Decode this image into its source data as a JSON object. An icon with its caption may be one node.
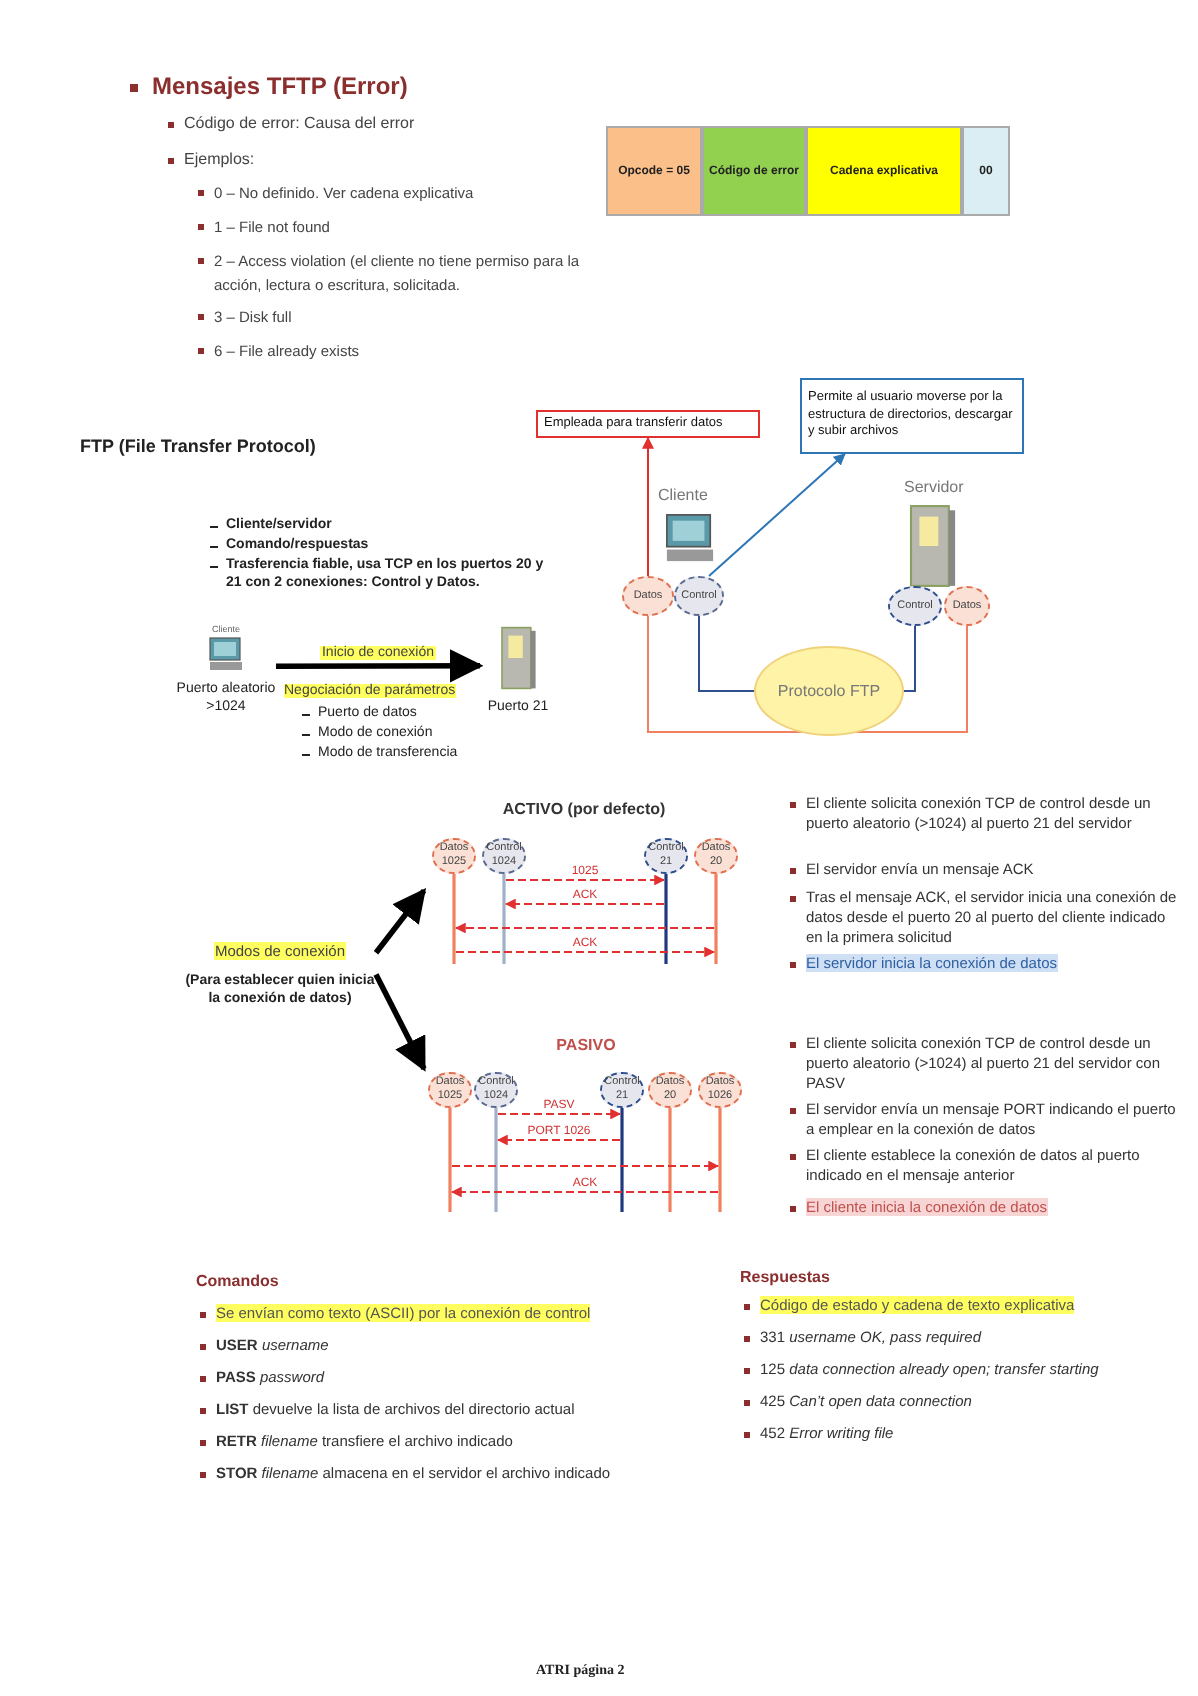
{
  "diagram": {
    "nodes": [
      {
        "text": [
          "Opcode = 05"
        ]
      },
      {
        "text": [
          "Código de error"
        ]
      },
      {
        "text": [
          "Cadena explicativa"
        ]
      },
      {
        "text": [
          "00"
        ]
      },
      {
        "text": [
          "Empleada para transferir datos"
        ]
      },
      {
        "text": [
          "Permite al usuario moverse por la estructura de directorios, descargar y subir archivos"
        ]
      },
      {
        "text": [
          "Datos"
        ]
      },
      {
        "text": [
          "Control"
        ]
      },
      {
        "text": [
          "Control"
        ]
      },
      {
        "text": [
          "Datos"
        ]
      },
      {
        "text": [
          "Protocolo FTP"
        ]
      },
      {
        "text": [
          "Cliente",
          "Puerto aleatorio >1024"
        ]
      },
      {
        "text": [
          "Puerto 21"
        ]
      },
      {
        "text": [
          "Modos de conexión"
        ],
        "beside": [
          "(Para establecer quien inicia la conexión de datos)"
        ]
      },
      {
        "text": [
          "ACTIVO (por defecto)"
        ]
      },
      {
        "text": [
          "Datos 1025"
        ],
        "in": 14
      },
      {
        "text": [
          "Control 1024"
        ],
        "in": 14
      },
      {
        "text": [
          "Control 21"
        ],
        "in": 14
      },
      {
        "text": [
          "Datos 20"
        ],
        "in": 14
      },
      {
        "text": [
          "PASIVO"
        ]
      },
      {
        "text": [
          "Datos 1025"
        ],
        "in": 19
      },
      {
        "text": [
          "Control 1024"
        ],
        "in": 19
      },
      {
        "text": [
          "Control 21"
        ],
        "in": 19
      },
      {
        "text": [
          "Datos 20"
        ],
        "in": 19
      },
      {
        "text": [
          "Datos 1026"
        ],
        "in": 19
      }
    ],
    "edges": [
      {
        "from": 6,
        "to": 4,
        "arrow": "to"
      },
      {
        "from": 7,
        "to": 5,
        "arrow": "to",
        "color": "#2e75b6"
      },
      {
        "from": 7,
        "to": 10,
        "arrow": "none",
        "color": "#2f4f8f"
      },
      {
        "from": 10,
        "to": 8,
        "arrow": "none",
        "color": "#2f4f8f"
      },
      {
        "from": 6,
        "to": 9,
        "arrow": "none",
        "color": "#f08060"
      },
      {
        "from": 11,
        "to": 12,
        "arrow": "to",
        "label": "Inicio de conexión",
        "style": "thick",
        "color": "#000000"
      },
      {
        "from": 13,
        "to": 14,
        "arrow": "to",
        "style": "thick",
        "color": "#000000"
      },
      {
        "from": 13,
        "to": 19,
        "arrow": "to",
        "style": "thick",
        "color": "#000000"
      },
      {
        "from": 16,
        "to": 17,
        "arrow": "to",
        "label": "1025",
        "style": "dashed"
      },
      {
        "from": 17,
        "to": 16,
        "arrow": "to",
        "label": "ACK",
        "style": "dashed"
      },
      {
        "from": 18,
        "to": 15,
        "arrow": "to",
        "style": "dashed"
      },
      {
        "from": 15,
        "to": 18,
        "arrow": "to",
        "label": "ACK",
        "style": "dashed"
      },
      {
        "from": 21,
        "to": 22,
        "arrow": "to",
        "label": "PASV",
        "style": "dashed"
      },
      {
        "from": 22,
        "to": 21,
        "arrow": "to",
        "label": "PORT 1026",
        "style": "dashed"
      },
      {
        "from": 20,
        "to": 24,
        "arrow": "to",
        "style": "dashed"
      },
      {
        "from": 24,
        "to": 20,
        "arrow": "to",
        "label": "ACK",
        "style": "dashed"
      }
    ],
    "labels": [
      "Mensajes TFTP (Error)",
      "Código de error: Causa del error",
      "Ejemplos:",
      "0 – No definido. Ver cadena explicativa",
      "1 – File not found",
      "2 – Access violation (el cliente no tiene permiso para la acción, lectura o escritura, solicitada.",
      "3 – Disk full",
      "6 – File already exists",
      "FTP (File Transfer Protocol)",
      "Cliente",
      "Servidor",
      "Cliente/servidor",
      "Comando/respuestas",
      "Trasferencia fiable, usa TCP en los puertos 20 y 21 con 2 conexiones: Control y Datos.",
      "Negociación de parámetros",
      "Puerto de datos",
      "Modo de conexión",
      "Modo de transferencia",
      "El cliente solicita conexión TCP de control desde un puerto aleatorio (>1024) al puerto 21 del servidor",
      "El servidor envía un mensaje ACK",
      "Tras el mensaje ACK, el servidor inicia una conexión de datos desde el puerto 20 al puerto del cliente indicado en la primera solicitud",
      "El servidor inicia la conexión de datos",
      "El cliente solicita conexión TCP de control desde un puerto aleatorio (>1024) al puerto 21 del servidor con PASV",
      "El servidor envía un mensaje PORT indicando el puerto a emplear en la conexión de datos",
      "El cliente establece la conexión de datos al puerto indicado en el mensaje anterior",
      "El cliente inicia la conexión de datos",
      "Comandos",
      "Se envían como texto (ASCII) por la conexión de control",
      "**USER** *username*",
      "**PASS** *password*",
      "**LIST** devuelve la lista de archivos del directorio actual",
      "**RETR** *filename* transfiere el archivo indicado",
      "**STOR** *filename* almacena en el servidor el archivo indicado",
      "Respuestas",
      "Código de estado y cadena de texto explicativa",
      "331 *username OK, pass required*",
      "125 *data connection already open; transfer starting*",
      "425 *Can’t open data connection*",
      "452 *Error writing file*",
      "ATRI página 2"
    ]
  }
}
